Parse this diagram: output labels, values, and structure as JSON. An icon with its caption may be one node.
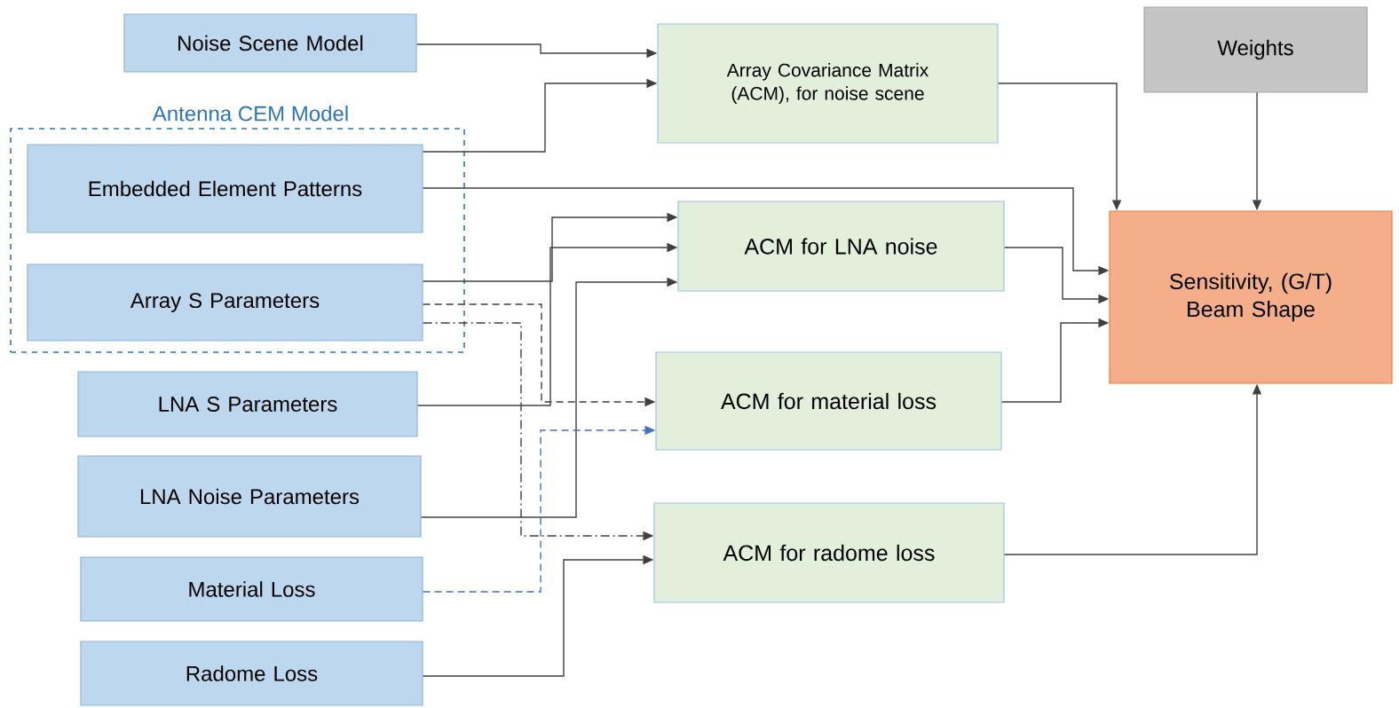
{
  "diagram": {
    "nodes": [
      {
        "text": [
          "Noise Scene Model"
        ]
      },
      {
        "text": [
          "Antenna CEM Model"
        ]
      },
      {
        "text": [
          "Embedded Element Patterns"
        ],
        "in": 1
      },
      {
        "text": [
          "Array S Parameters"
        ],
        "in": 1
      },
      {
        "text": [
          "LNA S Parameters"
        ]
      },
      {
        "text": [
          "LNA Noise Parameters"
        ]
      },
      {
        "text": [
          "Material Loss"
        ]
      },
      {
        "text": [
          "Radome Loss"
        ]
      },
      {
        "text": [
          "Array Covariance Matrix (ACM), for noise scene"
        ]
      },
      {
        "text": [
          "ACM for LNA noise"
        ]
      },
      {
        "text": [
          "ACM for material loss"
        ]
      },
      {
        "text": [
          "ACM for radome loss"
        ]
      },
      {
        "text": [
          "Weights"
        ]
      },
      {
        "text": [
          "Sensitivity, (G/T) Beam Shape"
        ]
      }
    ],
    "edges": [
      {
        "from": 0,
        "to": 8,
        "arrow": "to"
      },
      {
        "from": 2,
        "to": 8,
        "arrow": "to"
      },
      {
        "from": 8,
        "to": 13,
        "arrow": "to"
      },
      {
        "from": 2,
        "to": 13,
        "arrow": "to"
      },
      {
        "from": 3,
        "to": 9,
        "arrow": "to"
      },
      {
        "from": 4,
        "to": 9,
        "arrow": "to"
      },
      {
        "from": 5,
        "to": 9,
        "arrow": "to"
      },
      {
        "from": 3,
        "to": 10,
        "arrow": "to",
        "style": "dashed"
      },
      {
        "from": 3,
        "to": 11,
        "arrow": "to",
        "style": "dashed"
      },
      {
        "from": 6,
        "to": 10,
        "arrow": "to",
        "style": "dashed",
        "color": "#4472c4"
      },
      {
        "from": 7,
        "to": 11,
        "arrow": "to"
      },
      {
        "from": 9,
        "to": 13,
        "arrow": "to"
      },
      {
        "from": 10,
        "to": 13,
        "arrow": "to"
      },
      {
        "from": 11,
        "to": 13,
        "arrow": "to"
      },
      {
        "from": 12,
        "to": 13,
        "arrow": "to"
      }
    ]
  }
}
